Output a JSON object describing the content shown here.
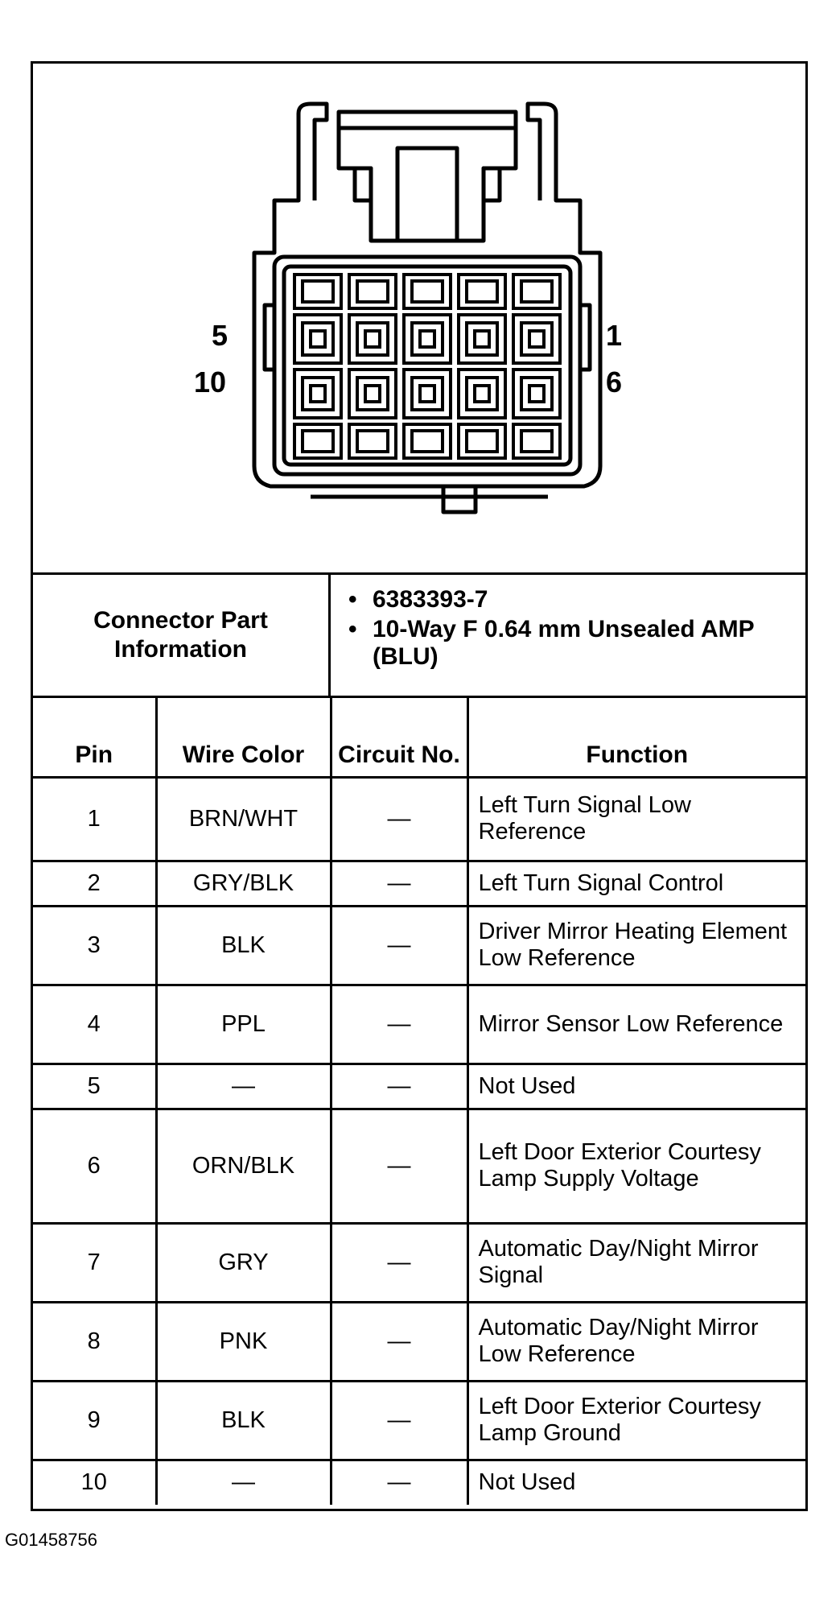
{
  "diagram": {
    "pin_labels": {
      "top_left": "5",
      "bottom_left": "10",
      "top_right": "1",
      "bottom_right": "6"
    }
  },
  "connector": {
    "title": "Connector Part Information",
    "info": [
      "6383393-7",
      "10-Way F 0.64 mm Unsealed AMP (BLU)"
    ]
  },
  "table": {
    "headers": {
      "pin": "Pin",
      "wire_color": "Wire Color",
      "circuit": "Circuit No.",
      "function": "Function"
    },
    "rows": [
      {
        "pin": "1",
        "wire_color": "BRN/WHT",
        "circuit": "—",
        "function": "Left Turn Signal Low Reference"
      },
      {
        "pin": "2",
        "wire_color": "GRY/BLK",
        "circuit": "—",
        "function": "Left Turn Signal Control"
      },
      {
        "pin": "3",
        "wire_color": "BLK",
        "circuit": "—",
        "function": "Driver Mirror Heating Element Low Reference"
      },
      {
        "pin": "4",
        "wire_color": "PPL",
        "circuit": "—",
        "function": "Mirror Sensor Low Reference"
      },
      {
        "pin": "5",
        "wire_color": "—",
        "circuit": "—",
        "function": "Not Used"
      },
      {
        "pin": "6",
        "wire_color": "ORN/BLK",
        "circuit": "—",
        "function": "Left Door Exterior Courtesy Lamp Supply Voltage"
      },
      {
        "pin": "7",
        "wire_color": "GRY",
        "circuit": "—",
        "function": "Automatic Day/Night Mirror Signal"
      },
      {
        "pin": "8",
        "wire_color": "PNK",
        "circuit": "—",
        "function": "Automatic Day/Night Mirror Low Reference"
      },
      {
        "pin": "9",
        "wire_color": "BLK",
        "circuit": "—",
        "function": "Left Door Exterior Courtesy Lamp Ground"
      },
      {
        "pin": "10",
        "wire_color": "—",
        "circuit": "—",
        "function": "Not Used"
      }
    ]
  },
  "figure_id": "G01458756"
}
